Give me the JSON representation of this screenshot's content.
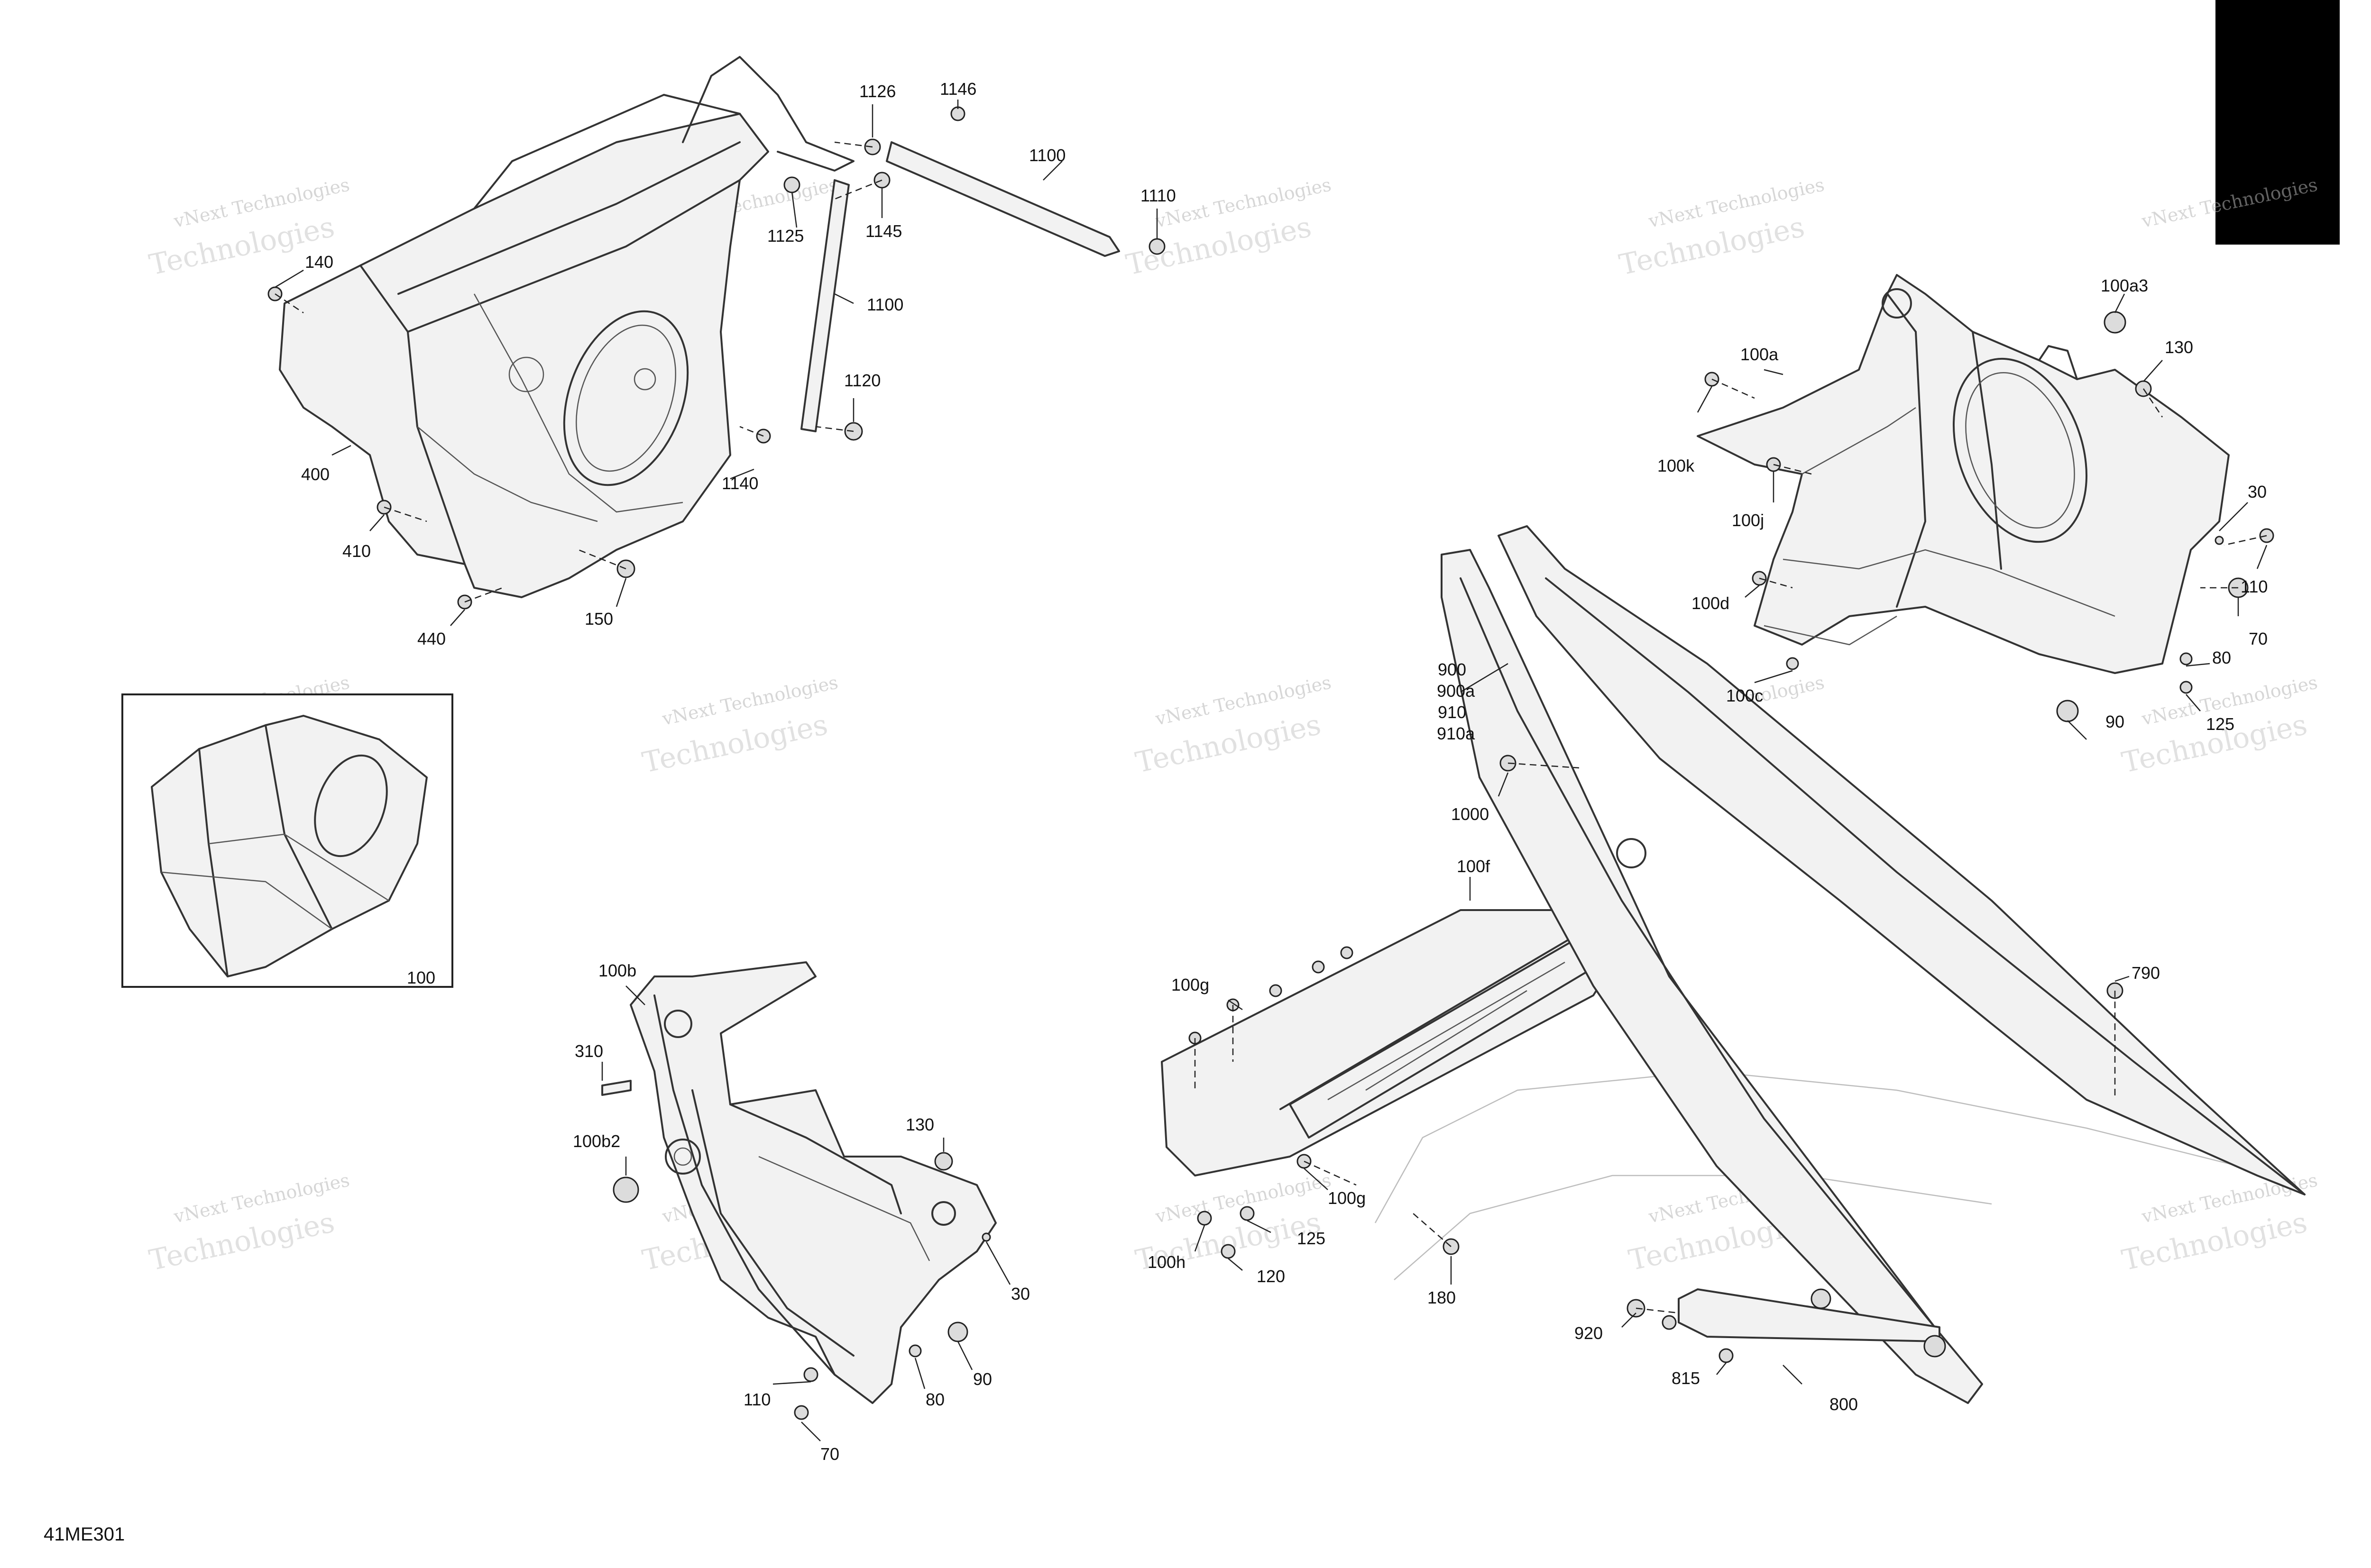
{
  "watermark": {
    "line1": "vNext Technologies",
    "line2": "Technologies"
  },
  "diagram_id": "41ME301",
  "labels": {
    "l1126": "1126",
    "l1146": "1146",
    "l1100a": "1100",
    "l1110": "1110",
    "l1125a": "1125",
    "l1145": "1145",
    "l1100b": "1100",
    "l140": "140",
    "l1120": "1120",
    "l400": "400",
    "l1140": "1140",
    "l410": "410",
    "l150": "150",
    "l440": "440",
    "l100": "100",
    "l100b": "100b",
    "l310": "310",
    "l100b2": "100b2",
    "l130b": "130",
    "l30b": "30",
    "l90b": "90",
    "l110b": "110",
    "l80b": "80",
    "l70b": "70",
    "l100g1": "100g",
    "l100g2": "100g",
    "l100f": "100f",
    "l125b": "125",
    "l100h": "100h",
    "l120": "120",
    "l180": "180",
    "l1000": "1000",
    "l900": "900",
    "l900a": "900a",
    "l910": "910",
    "l910a": "910a",
    "l790": "790",
    "l920": "920",
    "l815": "815",
    "l800": "800",
    "l100a3": "100a3",
    "l130a": "130",
    "l100a": "100a",
    "l100k": "100k",
    "l100j": "100j",
    "l30a": "30",
    "l110a": "110",
    "l100d": "100d",
    "l70a": "70",
    "l80a": "80",
    "l100c": "100c",
    "l90a": "90",
    "l125a": "125"
  }
}
